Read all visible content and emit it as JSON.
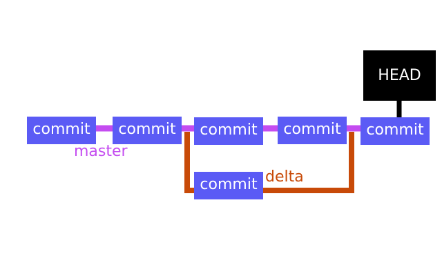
{
  "colors": {
    "commit_fill": "#5b5bf5",
    "commit_text": "#ffffff",
    "master_branch": "#c44cf0",
    "delta_branch": "#c84a08",
    "head_fill": "#000000",
    "head_text": "#ffffff"
  },
  "head": {
    "label": "HEAD"
  },
  "branches": {
    "master": {
      "label": "master"
    },
    "delta": {
      "label": "delta"
    }
  },
  "commits": [
    {
      "label": "commit"
    },
    {
      "label": "commit"
    },
    {
      "label": "commit"
    },
    {
      "label": "commit"
    },
    {
      "label": "commit"
    },
    {
      "label": "commit"
    }
  ]
}
